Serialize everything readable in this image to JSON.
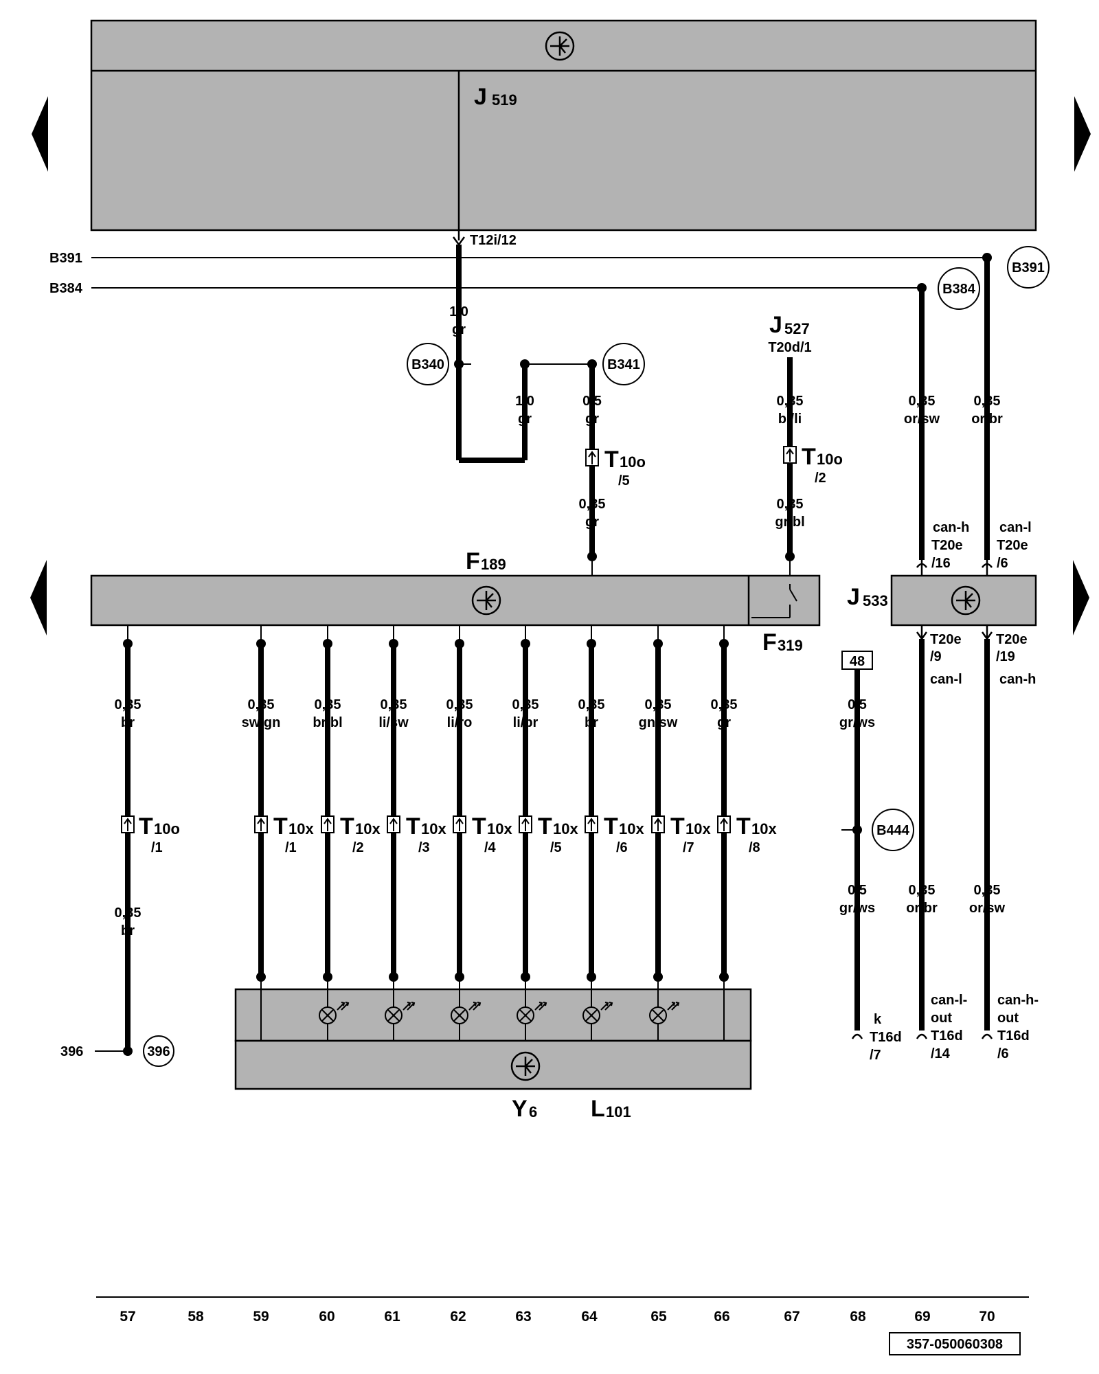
{
  "components": {
    "j519": {
      "letter": "J",
      "sub": "519"
    },
    "f189": {
      "letter": "F",
      "sub": "189"
    },
    "f319": {
      "letter": "F",
      "sub": "319"
    },
    "j533": {
      "letter": "J",
      "sub": "533"
    },
    "j527": {
      "letter": "J",
      "sub": "527",
      "pin": "T20d/1"
    },
    "y6": {
      "letter": "Y",
      "sub": "6"
    },
    "l101": {
      "letter": "L",
      "sub": "101"
    }
  },
  "top_connector": "T12i/12",
  "buses": {
    "b391": "B391",
    "b384": "B384",
    "b391c": "B391",
    "b384c": "B384"
  },
  "nodes": {
    "b340": "B340",
    "b341": "B341",
    "b444": "B444",
    "n396": "396",
    "line396": "396",
    "box48": "48"
  },
  "wires": {
    "w62": {
      "gauge": "1,0",
      "color": "gr"
    },
    "w63": {
      "gauge": "1,0",
      "color": "gr"
    },
    "w64a": {
      "gauge": "0,5",
      "color": "gr"
    },
    "w64b": {
      "gauge": "0,35",
      "color": "gr"
    },
    "w67a": {
      "gauge": "0,35",
      "color": "bl/li"
    },
    "w67b": {
      "gauge": "0,35",
      "color": "gr/bl"
    },
    "w69top": {
      "gauge": "0,35",
      "color": "or/sw"
    },
    "w70top": {
      "gauge": "0,35",
      "color": "or/br"
    },
    "w57a": {
      "gauge": "0,35",
      "color": "br"
    },
    "w57b": {
      "gauge": "0,35",
      "color": "br"
    },
    "w59": {
      "gauge": "0,35",
      "color": "sw/gn"
    },
    "w60": {
      "gauge": "0,35",
      "color": "br/bl"
    },
    "w61": {
      "gauge": "0,35",
      "color": "li/sw"
    },
    "w62b": {
      "gauge": "0,35",
      "color": "li/ro"
    },
    "w63b": {
      "gauge": "0,35",
      "color": "li/br"
    },
    "w64c": {
      "gauge": "0,35",
      "color": "br"
    },
    "w65": {
      "gauge": "0,35",
      "color": "gn/sw"
    },
    "w66": {
      "gauge": "0,35",
      "color": "gr"
    },
    "w68a": {
      "gauge": "0,5",
      "color": "gr/ws"
    },
    "w68b": {
      "gauge": "0,5",
      "color": "gr/ws"
    },
    "w69b": {
      "gauge": "0,35",
      "color": "or/br"
    },
    "w70b": {
      "gauge": "0,35",
      "color": "or/sw"
    }
  },
  "connectors": {
    "t10o5": {
      "name": "T",
      "sub": "10o",
      "pin": "/5"
    },
    "t10o2": {
      "name": "T",
      "sub": "10o",
      "pin": "/2"
    },
    "t10o1": {
      "name": "T",
      "sub": "10o",
      "pin": "/1"
    },
    "t10x": [
      {
        "name": "T",
        "sub": "10x",
        "pin": "/1"
      },
      {
        "name": "T",
        "sub": "10x",
        "pin": "/2"
      },
      {
        "name": "T",
        "sub": "10x",
        "pin": "/3"
      },
      {
        "name": "T",
        "sub": "10x",
        "pin": "/4"
      },
      {
        "name": "T",
        "sub": "10x",
        "pin": "/5"
      },
      {
        "name": "T",
        "sub": "10x",
        "pin": "/6"
      },
      {
        "name": "T",
        "sub": "10x",
        "pin": "/7"
      },
      {
        "name": "T",
        "sub": "10x",
        "pin": "/8"
      }
    ]
  },
  "can_labels": {
    "c69top": [
      "can-h",
      "T20e",
      "/16"
    ],
    "c70top": [
      "can-l",
      "T20e",
      "/6"
    ],
    "c69mid": [
      "T20e",
      "/9",
      "can-l"
    ],
    "c70mid": [
      "T20e",
      "/19",
      "can-h"
    ],
    "c68bot": [
      "k",
      "T16d",
      "/7"
    ],
    "c69bot": [
      "can-l-",
      "out",
      "T16d",
      "/14"
    ],
    "c70bot": [
      "can-h-",
      "out",
      "T16d",
      "/6"
    ]
  },
  "grid_numbers": [
    "57",
    "58",
    "59",
    "60",
    "61",
    "62",
    "63",
    "64",
    "65",
    "66",
    "67",
    "68",
    "69",
    "70"
  ],
  "drawing_number": "357-050060308"
}
